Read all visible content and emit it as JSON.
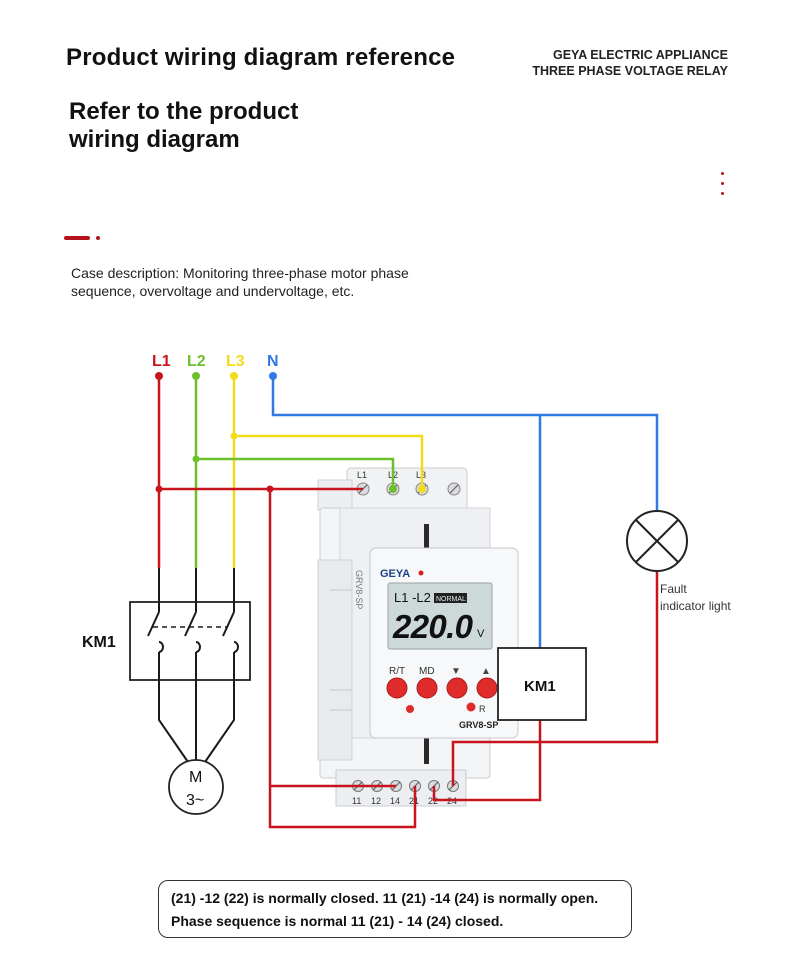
{
  "header": {
    "title": "Product wiring diagram reference",
    "brand_line1": "GEYA ELECTRIC APPLIANCE",
    "brand_line2": "THREE PHASE VOLTAGE RELAY"
  },
  "section": {
    "subtitle_line1": "Refer to the product",
    "subtitle_line2": "wiring diagram",
    "case_description": "Case description: Monitoring three-phase motor phase sequence, overvoltage and undervoltage, etc."
  },
  "colors": {
    "accent": "#b3141b",
    "L1": "#c8141c",
    "L2": "#6cc02a",
    "L3": "#f2dc1a",
    "N": "#2f7ae5",
    "black_wire": "#1a1a1a"
  },
  "diagram": {
    "phase_labels": [
      "L1",
      "L2",
      "L3",
      "N"
    ],
    "contactor_label": "KM1",
    "motor_label": "M",
    "motor_sub": "3~",
    "coil_label": "KM1",
    "lamp_label_line1": "Fault",
    "lamp_label_line2": "indicator light",
    "device": {
      "top_terminals": [
        "L1",
        "L2",
        "L3"
      ],
      "brand": "GEYA",
      "lcd_phase": "L1 -L2",
      "lcd_status": "NORMAL",
      "lcd_value": "220.0",
      "lcd_unit": "V",
      "buttons": [
        "R/T",
        "MD",
        "▼",
        "▲"
      ],
      "reset_label": "R",
      "model": "GRV8-SP",
      "side_text": "GRV8-SP",
      "bottom_terminals": [
        "11",
        "12",
        "14",
        "21",
        "22",
        "24"
      ]
    }
  },
  "note": {
    "line1": "(21) -12 (22)  is normally closed.  11 (21) -14 (24) is normally open.",
    "line2": "Phase sequence is normal  11 (21) - 14 (24) closed."
  }
}
